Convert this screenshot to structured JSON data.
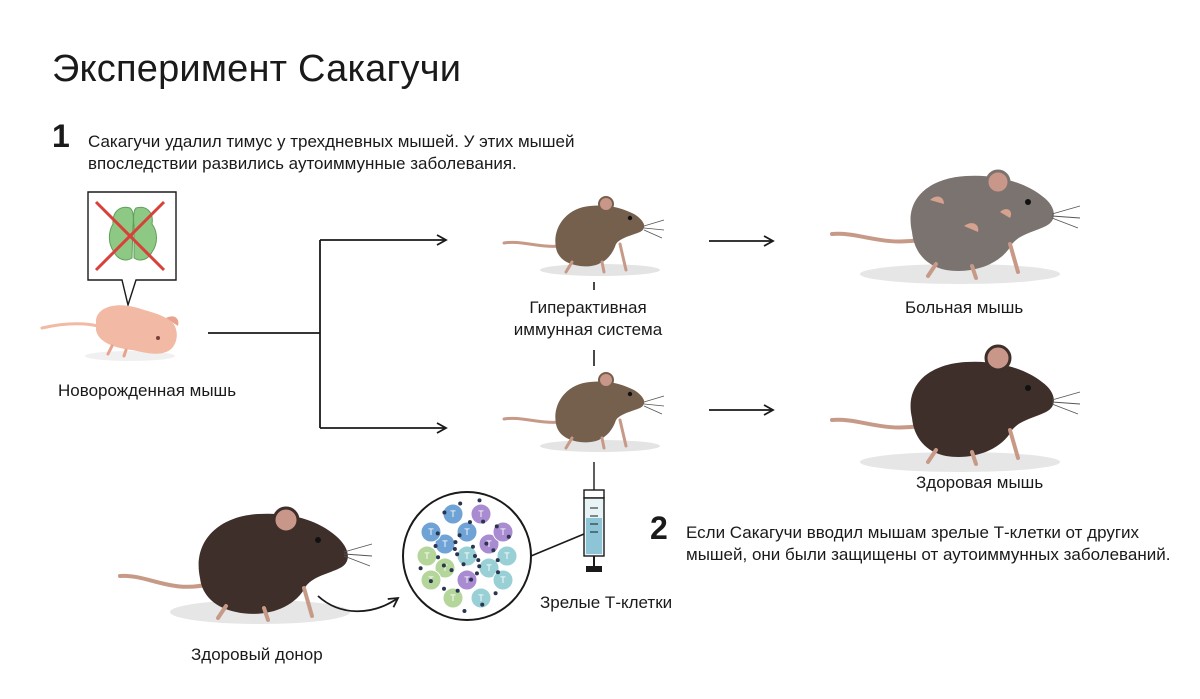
{
  "title": "Эксперимент Сакагучи",
  "step1": {
    "number": "1",
    "text_line1": "Сакагучи удалил тимус у трехдневных мышей. У этих мышей",
    "text_line2": "впоследствии развились аутоиммунные заболевания."
  },
  "step2": {
    "number": "2",
    "text_line1": "Если Сакагучи вводил мышам зрелые Т-клетки от других",
    "text_line2": "мышей, они были защищены от аутоиммунных заболеваний."
  },
  "labels": {
    "newborn": "Новорожденная мышь",
    "hyperactive_line1": "Гиперактивная",
    "hyperactive_line2": "иммунная система",
    "sick": "Больная мышь",
    "healthy": "Здоровая мышь",
    "donor": "Здоровый донор",
    "mature_t_cells": "Зрелые Т-клетки"
  },
  "t_cell_letter": "T",
  "colors": {
    "text": "#1a1a1a",
    "thymus": "#8dc985",
    "cross": "#d9403a",
    "newborn_mouse": "#f2b9a4",
    "young_mouse": "#75604e",
    "sick_mouse": "#7b7370",
    "healthy_mouse": "#3f2f2a",
    "t_cell_teal": "#98d0d6",
    "t_cell_blue": "#6fa3d6",
    "t_cell_purple": "#a88bd0",
    "t_cell_green": "#b5d69a"
  }
}
